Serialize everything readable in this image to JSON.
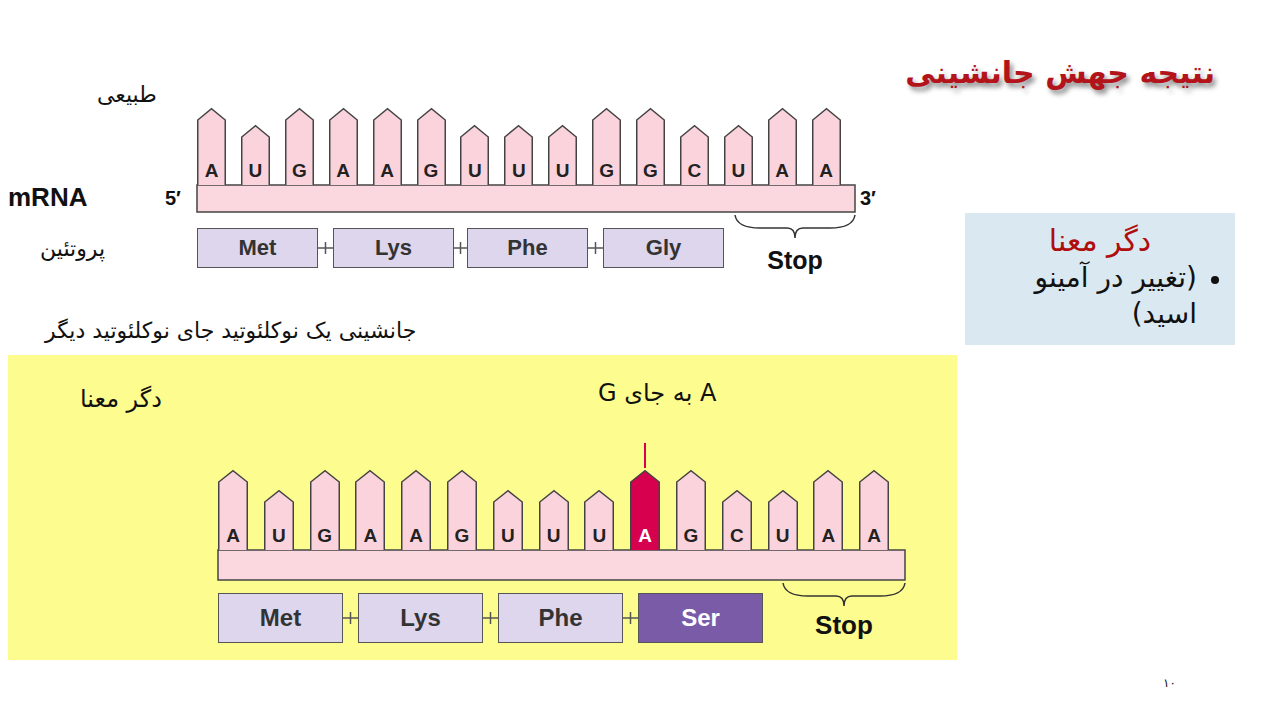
{
  "diagram": {
    "title": "نتیجه جهش جانشینی",
    "nodes": [
      {
        "text": [
          "A"
        ]
      },
      {
        "text": [
          "U"
        ]
      },
      {
        "text": [
          "G"
        ]
      },
      {
        "text": [
          "A"
        ]
      },
      {
        "text": [
          "A"
        ]
      },
      {
        "text": [
          "G"
        ]
      },
      {
        "text": [
          "U"
        ]
      },
      {
        "text": [
          "U"
        ]
      },
      {
        "text": [
          "U"
        ]
      },
      {
        "text": [
          "G"
        ]
      },
      {
        "text": [
          "G"
        ]
      },
      {
        "text": [
          "C"
        ]
      },
      {
        "text": [
          "U"
        ]
      },
      {
        "text": [
          "A"
        ]
      },
      {
        "text": [
          "A"
        ]
      },
      {
        "text": [
          "Met"
        ]
      },
      {
        "text": [
          "Lys"
        ]
      },
      {
        "text": [
          "Phe"
        ]
      },
      {
        "text": [
          "Gly"
        ]
      },
      {
        "text": [
          "دگر معنا",
          "(تغییر در آمینو اسید)"
        ]
      },
      {
        "text": [
          "دگر معنا",
          "A به جای G"
        ]
      },
      {
        "text": [
          "A"
        ],
        "in": 20
      },
      {
        "text": [
          "U"
        ],
        "in": 20
      },
      {
        "text": [
          "G"
        ],
        "in": 20
      },
      {
        "text": [
          "A"
        ],
        "in": 20
      },
      {
        "text": [
          "A"
        ],
        "in": 20
      },
      {
        "text": [
          "G"
        ],
        "in": 20
      },
      {
        "text": [
          "U"
        ],
        "in": 20
      },
      {
        "text": [
          "U"
        ],
        "in": 20
      },
      {
        "text": [
          "U"
        ],
        "in": 20
      },
      {
        "text": [
          "A"
        ],
        "in": 20
      },
      {
        "text": [
          "G"
        ],
        "in": 20
      },
      {
        "text": [
          "C"
        ],
        "in": 20
      },
      {
        "text": [
          "U"
        ],
        "in": 20
      },
      {
        "text": [
          "A"
        ],
        "in": 20
      },
      {
        "text": [
          "A"
        ],
        "in": 20
      },
      {
        "text": [
          "Met"
        ],
        "in": 20
      },
      {
        "text": [
          "Lys"
        ],
        "in": 20
      },
      {
        "text": [
          "Phe"
        ],
        "in": 20
      },
      {
        "text": [
          "Ser"
        ],
        "in": 20
      }
    ],
    "edges": [
      {
        "from": 15,
        "to": 16,
        "arrow": "none"
      },
      {
        "from": 16,
        "to": 17,
        "arrow": "none"
      },
      {
        "from": 17,
        "to": 18,
        "arrow": "none"
      },
      {
        "from": 36,
        "to": 37,
        "arrow": "none"
      },
      {
        "from": 37,
        "to": 38,
        "arrow": "none"
      },
      {
        "from": 38,
        "to": 39,
        "arrow": "none"
      }
    ],
    "labels": [
      "طبیعی",
      "mRNA",
      "5′",
      "3′",
      "پروتئین",
      "Stop",
      "جانشینی یک نوکلئوتید جای نوکلئوتید دیگر",
      "Stop",
      "۱۰"
    ]
  }
}
